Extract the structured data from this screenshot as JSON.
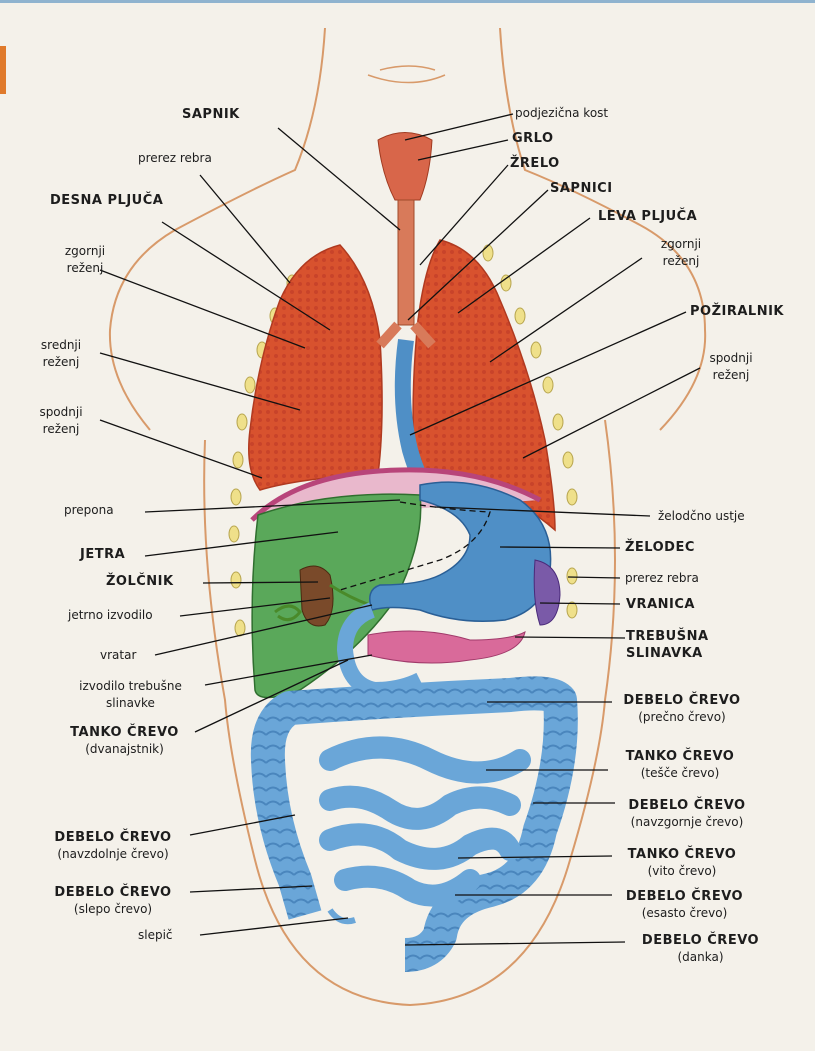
{
  "labels": {
    "sapnik": "SAPNIK",
    "podjezicna_kost": "podjezična kost",
    "grlo": "GRLO",
    "prerez_rebra_top": "prerez rebra",
    "zrelo": "ŽRELO",
    "sapnici": "SAPNICI",
    "desna_pljuca": "DESNA PLJUČA",
    "leva_pljuca": "LEVA PLJUČA",
    "zgornji_left_1": "zgornji",
    "zgornji_left_2": "reženj",
    "zgornji_right_1": "zgornji",
    "zgornji_right_2": "reženj",
    "poziralnik": "POŽIRALNIK",
    "srednji_1": "srednji",
    "srednji_2": "reženj",
    "spodnji_left_1": "spodnji",
    "spodnji_left_2": "reženj",
    "spodnji_right_1": "spodnji",
    "spodnji_right_2": "reženj",
    "prepona": "prepona",
    "zelodcno_ustje": "želodčno ustje",
    "jetra": "JETRA",
    "zelodec": "ŽELODEC",
    "zolcnik": "ŽOLČNIK",
    "prerez_rebra_right": "prerez rebra",
    "jetrno_izvodilo": "jetrno izvodilo",
    "vranica": "VRANICA",
    "vratar": "vratar",
    "trebusna_slinavka_1": "TREBUŠNA",
    "trebusna_slinavka_2": "SLINAVKA",
    "izvodilo_1": "izvodilo trebušne",
    "izvodilo_2": "slinavke",
    "tanko_crevo_1": "TANKO ČREVO",
    "tanko_crevo_1_sub": "(dvanajstnik)",
    "debelo_precno": "DEBELO ČREVO",
    "debelo_precno_sub": "(prečno črevo)",
    "tanko_tesce": "TANKO ČREVO",
    "tanko_tesce_sub": "(tešče črevo)",
    "debelo_navzgornje": "DEBELO ČREVO",
    "debelo_navzgornje_sub": "(navzgornje črevo)",
    "debelo_navzdolnje": "DEBELO ČREVO",
    "debelo_navzdolnje_sub": "(navzdolnje črevo)",
    "tanko_vito": "TANKO ČREVO",
    "tanko_vito_sub": "(vito črevo)",
    "debelo_slepo": "DEBELO ČREVO",
    "debelo_slepo_sub": "(slepo črevo)",
    "debelo_esasto": "DEBELO ČREVO",
    "debelo_esasto_sub": "(esasto črevo)",
    "slepic": "slepič",
    "debelo_danka": "DEBELO ČREVO",
    "debelo_danka_sub": "(danka)"
  },
  "colors": {
    "lungs": "#d8522e",
    "liver": "#5aa85a",
    "esophagus_stomach": "#4f8fc6",
    "intestine": "#6aa6d8",
    "pancreas": "#d96a9a",
    "spleen": "#7a5aa8",
    "gallbladder": "#7a4a2a",
    "ribs": "#e8d88a",
    "skin_outline": "#d89a6a"
  }
}
